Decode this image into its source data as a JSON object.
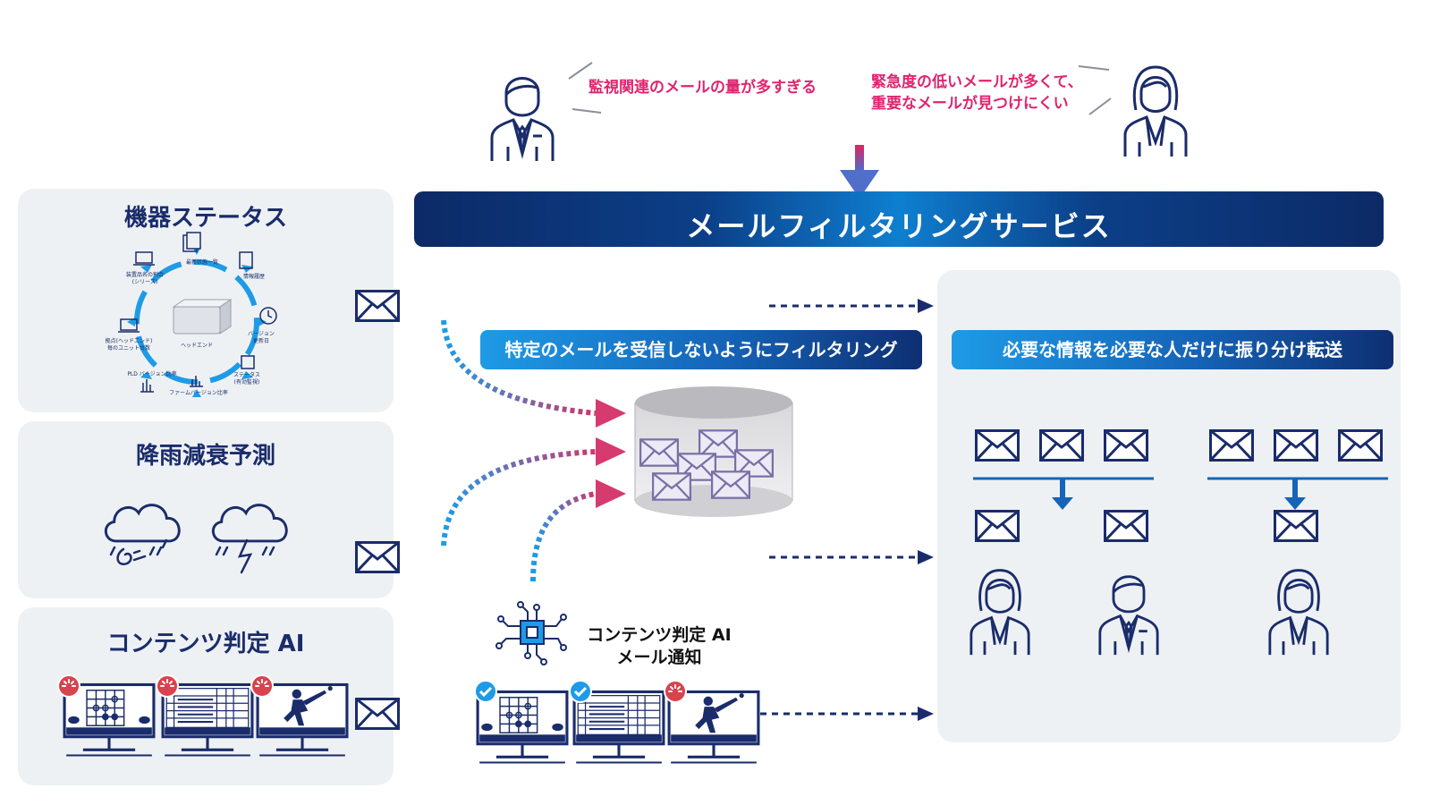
{
  "complaints": {
    "left": "監視関連のメールの量が多すぎる",
    "right_line1": "緊急度の低いメールが多くて、",
    "right_line2": "重要なメールが見つけにくい"
  },
  "service": {
    "title": "メールフィルタリングサービス"
  },
  "filter_label": "特定のメールを受信しないようにフィルタリング",
  "forward_label": "必要な情報を必要な人だけに振り分け転送",
  "sources": [
    {
      "title": "機器ステータス",
      "cycle_labels": {
        "c1": "最新状態一覧",
        "c2": "情報履歴",
        "c3a": "バージョン",
        "c3b": "更新日",
        "c4a": "ステータス",
        "c4b": "(有効監視)",
        "c5": "ファームバージョン比率",
        "c6": "PLD バージョン比率",
        "c7a": "拠点(ヘッドエンド)",
        "c7b": "毎のユニット台数",
        "c8a": "装置品名の割合",
        "c8b": "(シリーズ)",
        "center": "ヘッドエンド"
      }
    },
    {
      "title": "降雨減衰予測"
    },
    {
      "title": "コンテンツ判定 AI"
    }
  ],
  "ai_node": {
    "line1": "コンテンツ判定 AI",
    "line2": "メール通知"
  },
  "icons": [
    "person-male-icon",
    "person-female-icon",
    "envelope-icon",
    "database-icon",
    "storm-cloud-icon",
    "monitor-icon",
    "check-badge-icon",
    "alert-badge-icon",
    "circuit-chip-icon",
    "arrow-down-icon"
  ],
  "colors": {
    "navy": "#1a2c6b",
    "accent_blue": "#1e9be6",
    "magenta": "#e0246f",
    "panel_bg": "#eef1f3"
  }
}
